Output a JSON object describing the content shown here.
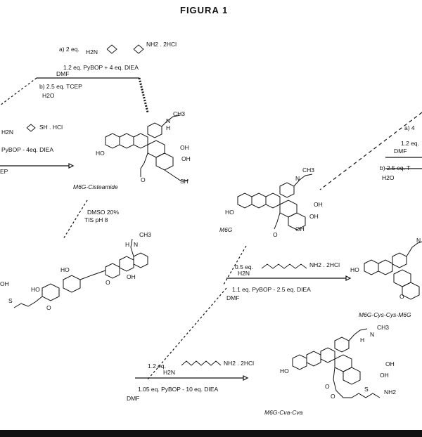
{
  "figure": {
    "title": "FIGURA 1"
  },
  "compounds": {
    "m6g_cisteamide": "M6G-Cisteamide",
    "m6g": "M6G",
    "m6g_cys_cys_m6g": "M6G-Cys-Cys-M6G",
    "m6g_cva_cva": "M6G-Cva-Cva"
  },
  "reagents": {
    "r1": "a) 2 eq.",
    "r1_formula": "H2N",
    "r1_salt": "NH2 . 2HCl",
    "r2": "1.2 eq. PyBOP + 4 eq. DIEA",
    "r2_solvent": "DMF",
    "r3": "b) 2.5 eq. TCEP",
    "r3_solvent": "H2O",
    "r4_formula": "H2N",
    "r4_salt": "SH . HCl",
    "r5": "PyBOP - 4eq. DIEA",
    "r5_solvent": "EP",
    "r6": "DMSO 20%",
    "r6b": "TIS pH 8",
    "r7": "a) 4",
    "r8": "1.2 eq.",
    "r8_solvent": "DMF",
    "r9": "b) 2.5 eq. T",
    "r9_solvent": "H2O",
    "r10": "0.5 eq.",
    "r10_formula": "H2N",
    "r10_salt": "NH2 . 2HCl",
    "r11": "1.1 eq. PyBOP - 2.5 eq. DIEA",
    "r11_solvent": "DMF",
    "r12": "1.2 eq.",
    "r12_formula": "H2N",
    "r12_salt": "NH2 . 2HCl",
    "r13": "1.05 eq. PyBOP - 10 eq. DIEA",
    "r13_solvent": "DMF"
  },
  "atoms": {
    "ho": "HO",
    "oh": "OH",
    "o": "O",
    "n": "N",
    "ch3": "CH3",
    "h": "H",
    "s": "S",
    "sh": "SH",
    "nh2": "NH2"
  }
}
